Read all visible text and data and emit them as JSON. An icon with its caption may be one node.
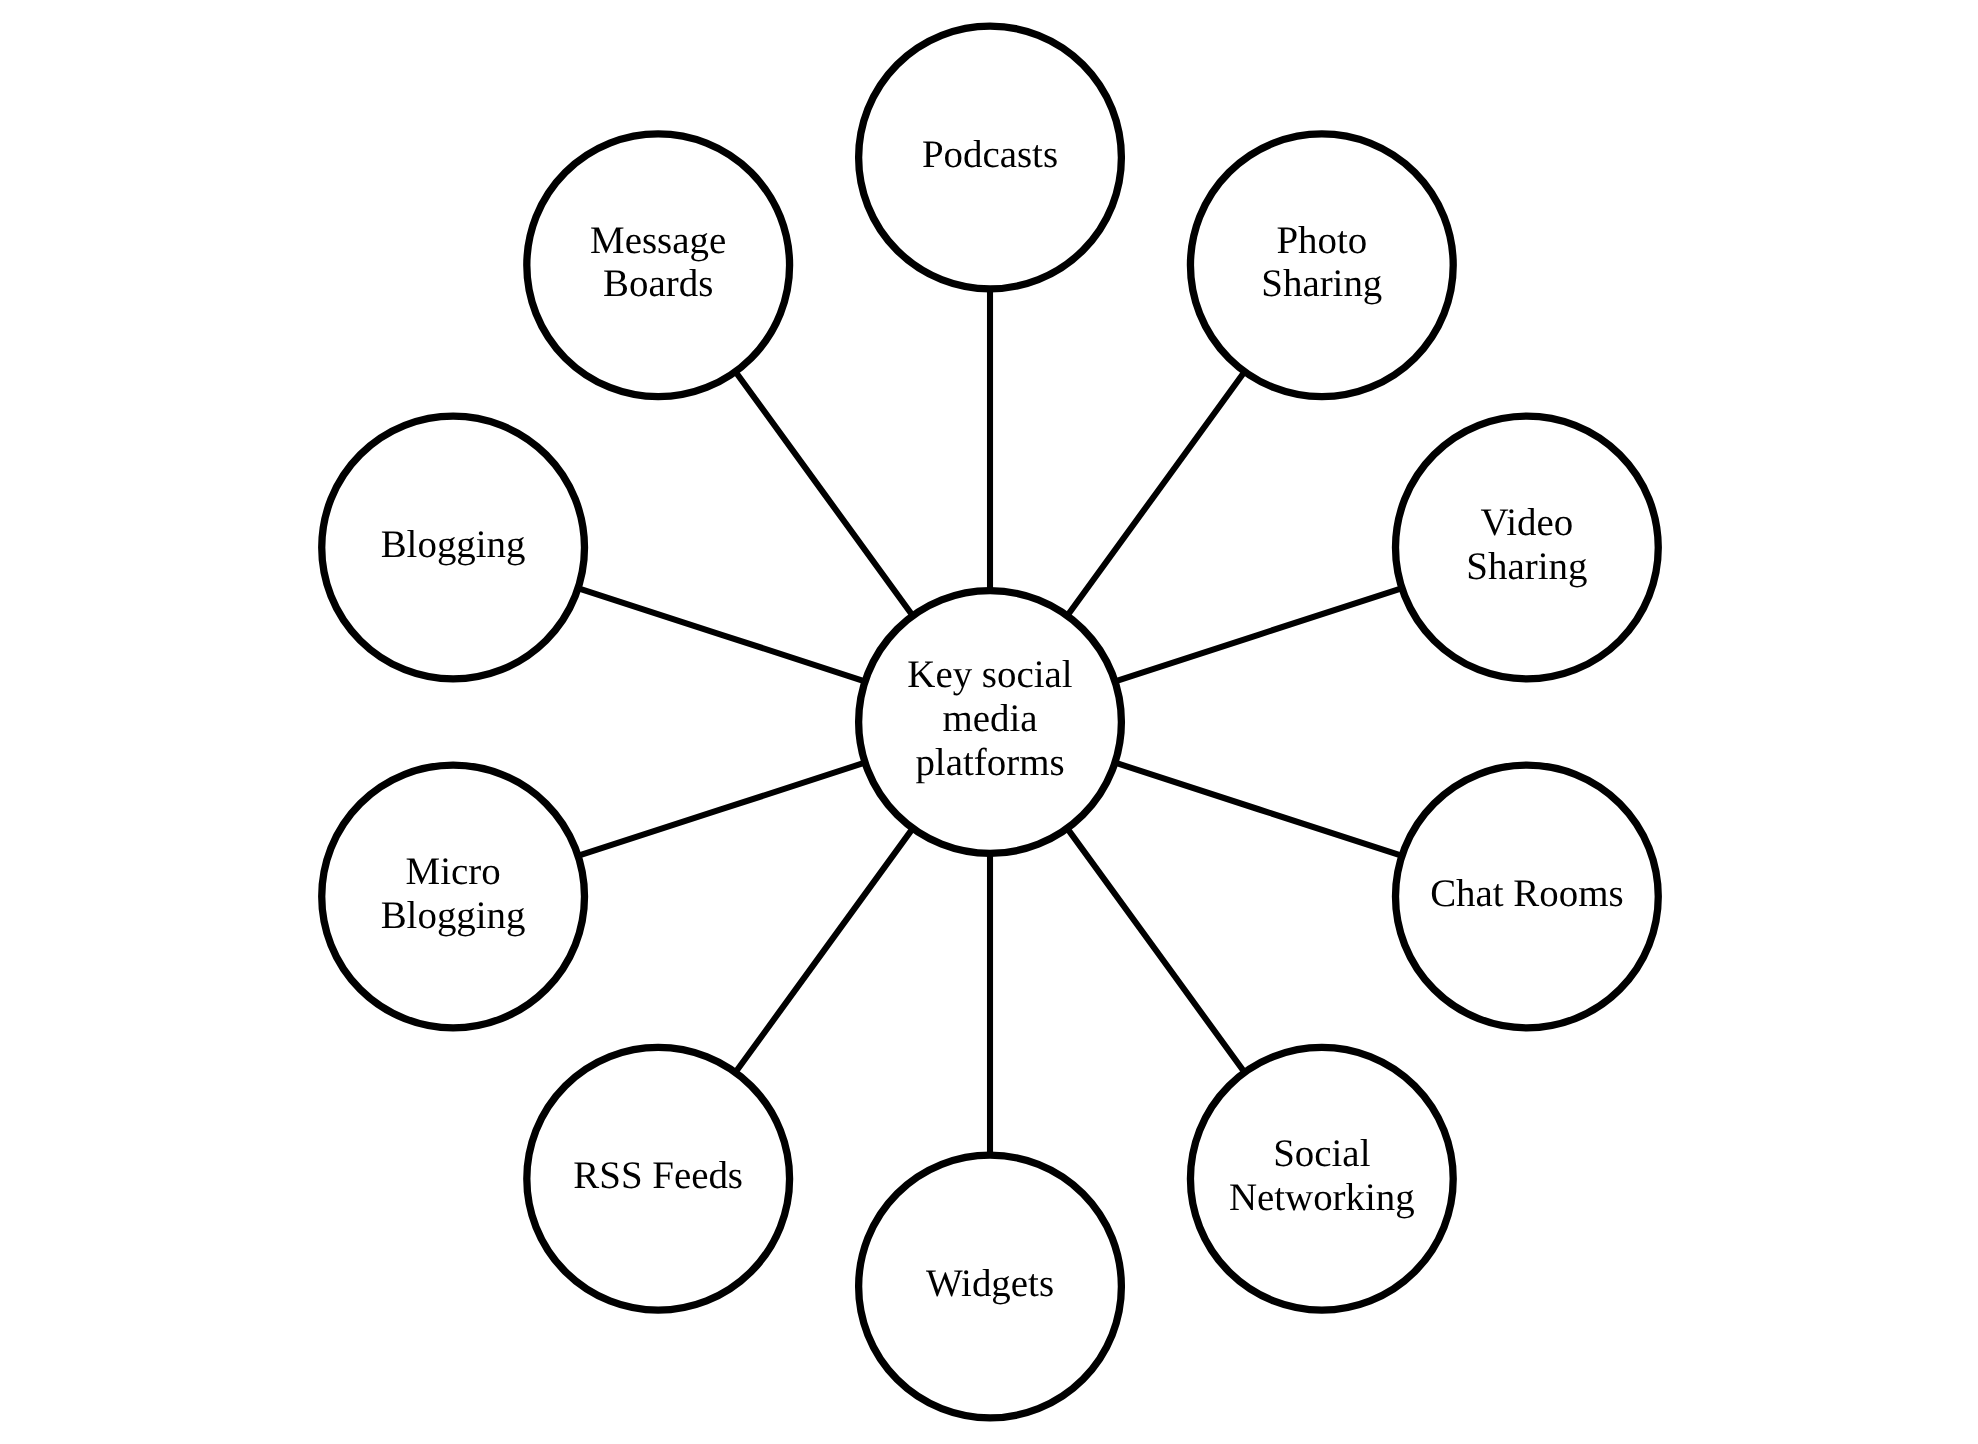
{
  "diagram": {
    "nodes": [
      {
        "text": [
          "Key social media platforms"
        ]
      },
      {
        "text": [
          "Video Sharing"
        ]
      },
      {
        "text": [
          "Photo Sharing"
        ]
      },
      {
        "text": [
          "Podcasts"
        ]
      },
      {
        "text": [
          "Message Boards"
        ]
      },
      {
        "text": [
          "Blogging"
        ]
      },
      {
        "text": [
          "Micro Blogging"
        ]
      },
      {
        "text": [
          "RSS Feeds"
        ]
      },
      {
        "text": [
          "Widgets"
        ]
      },
      {
        "text": [
          "Social Networking"
        ]
      },
      {
        "text": [
          "Chat Rooms"
        ]
      }
    ],
    "edges": [
      {
        "from": 0,
        "to": 1,
        "arrow": "none"
      },
      {
        "from": 0,
        "to": 2,
        "arrow": "none"
      },
      {
        "from": 0,
        "to": 3,
        "arrow": "none"
      },
      {
        "from": 0,
        "to": 4,
        "arrow": "none"
      },
      {
        "from": 0,
        "to": 5,
        "arrow": "none"
      },
      {
        "from": 0,
        "to": 6,
        "arrow": "none"
      },
      {
        "from": 0,
        "to": 7,
        "arrow": "none"
      },
      {
        "from": 0,
        "to": 8,
        "arrow": "none"
      },
      {
        "from": 0,
        "to": 9,
        "arrow": "none"
      },
      {
        "from": 0,
        "to": 10,
        "arrow": "none"
      }
    ]
  }
}
